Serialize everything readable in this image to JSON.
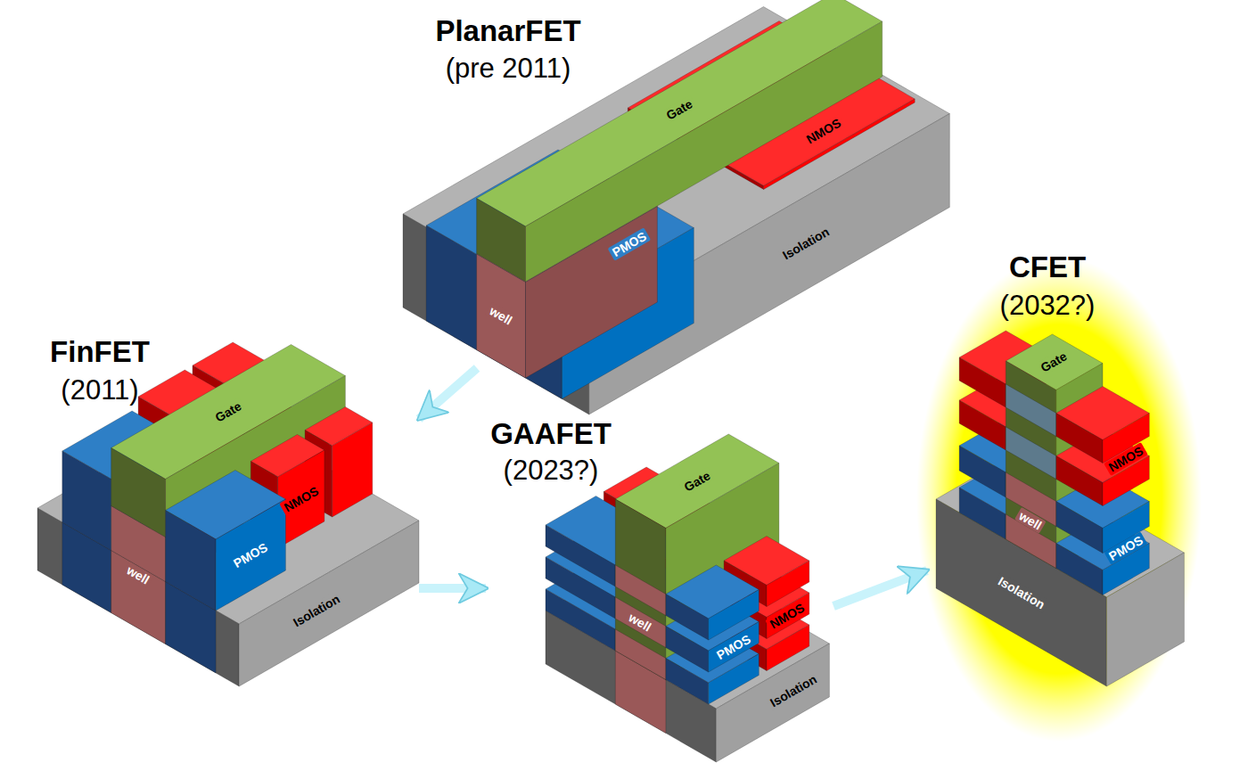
{
  "diagram": {
    "nodes": [
      {
        "text": [
          "PlanarFET",
          "(pre 2011)"
        ]
      },
      {
        "text": [
          "FinFET",
          "(2011)"
        ]
      },
      {
        "text": [
          "GAAFET",
          "(2023?)"
        ]
      },
      {
        "text": [
          "CFET",
          "(2032?)"
        ]
      }
    ],
    "edges": [
      {
        "from": 0,
        "to": 1,
        "arrow": "to"
      },
      {
        "from": 1,
        "to": 2,
        "arrow": "to"
      },
      {
        "from": 2,
        "to": 3,
        "arrow": "to"
      }
    ],
    "labels": [
      "Gate",
      "NMOS",
      "PMOS",
      "well",
      "Isolation",
      "Gate",
      "NMOS",
      "PMOS",
      "well",
      "Isolation",
      "Gate",
      "NMOS",
      "PMOS",
      "well",
      "Isolation",
      "Gate",
      "NMOS",
      "PMOS",
      "well",
      "Isolation"
    ]
  }
}
